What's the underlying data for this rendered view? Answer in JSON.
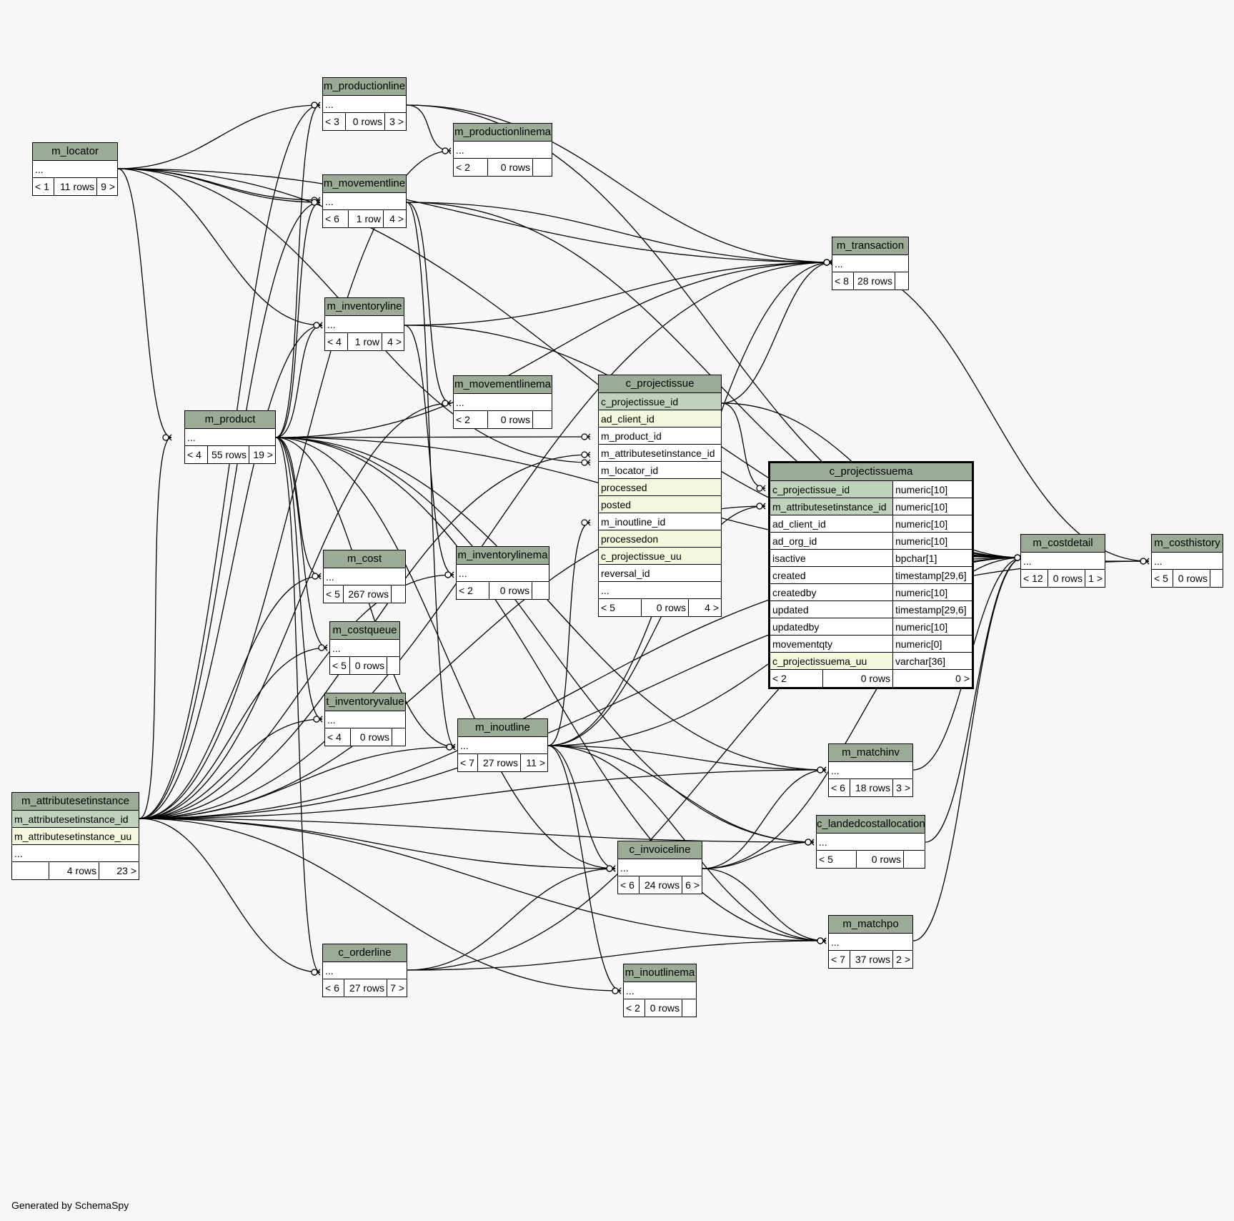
{
  "footer": "Generated by SchemaSpy",
  "focus_table": "c_projectissuema",
  "tables": {
    "m_productionline": {
      "name": "m_productionline",
      "row": "...",
      "parents": "< 3",
      "rows": "0 rows",
      "children": "3 >"
    },
    "m_productionlinema": {
      "name": "m_productionlinema",
      "row": "...",
      "parents": "< 2",
      "rows": "0 rows",
      "children": ""
    },
    "m_locator": {
      "name": "m_locator",
      "row": "...",
      "parents": "< 1",
      "rows": "11 rows",
      "children": "9 >"
    },
    "m_movementline": {
      "name": "m_movementline",
      "row": "...",
      "parents": "< 6",
      "rows": "1 row",
      "children": "4 >"
    },
    "m_transaction": {
      "name": "m_transaction",
      "row": "...",
      "parents": "< 8",
      "rows": "28 rows",
      "children": ""
    },
    "m_inventoryline": {
      "name": "m_inventoryline",
      "row": "...",
      "parents": "< 4",
      "rows": "1 row",
      "children": "4 >"
    },
    "m_movementlinema": {
      "name": "m_movementlinema",
      "row": "...",
      "parents": "< 2",
      "rows": "0 rows",
      "children": ""
    },
    "m_product": {
      "name": "m_product",
      "row": "...",
      "parents": "< 4",
      "rows": "55 rows",
      "children": "19 >"
    },
    "m_cost": {
      "name": "m_cost",
      "row": "...",
      "parents": "< 5",
      "rows": "267 rows",
      "children": ""
    },
    "m_inventorylinema": {
      "name": "m_inventorylinema",
      "row": "...",
      "parents": "< 2",
      "rows": "0 rows",
      "children": ""
    },
    "m_costqueue": {
      "name": "m_costqueue",
      "row": "...",
      "parents": "< 5",
      "rows": "0 rows",
      "children": ""
    },
    "t_inventoryvalue": {
      "name": "t_inventoryvalue",
      "row": "...",
      "parents": "< 4",
      "rows": "0 rows",
      "children": ""
    },
    "m_inoutline": {
      "name": "m_inoutline",
      "row": "...",
      "parents": "< 7",
      "rows": "27 rows",
      "children": "11 >"
    },
    "m_costdetail": {
      "name": "m_costdetail",
      "row": "...",
      "parents": "< 12",
      "rows": "0 rows",
      "children": "1 >"
    },
    "m_costhistory": {
      "name": "m_costhistory",
      "row": "...",
      "parents": "< 5",
      "rows": "0 rows",
      "children": ""
    },
    "m_matchinv": {
      "name": "m_matchinv",
      "row": "...",
      "parents": "< 6",
      "rows": "18 rows",
      "children": "3 >"
    },
    "c_landedcostallocation": {
      "name": "c_landedcostallocation",
      "row": "...",
      "parents": "< 5",
      "rows": "0 rows",
      "children": ""
    },
    "c_invoiceline": {
      "name": "c_invoiceline",
      "row": "...",
      "parents": "< 6",
      "rows": "24 rows",
      "children": "6 >"
    },
    "m_matchpo": {
      "name": "m_matchpo",
      "row": "...",
      "parents": "< 7",
      "rows": "37 rows",
      "children": "2 >"
    },
    "c_orderline": {
      "name": "c_orderline",
      "row": "...",
      "parents": "< 6",
      "rows": "27 rows",
      "children": "7 >"
    },
    "m_inoutlinema": {
      "name": "m_inoutlinema",
      "row": "...",
      "parents": "< 2",
      "rows": "0 rows",
      "children": ""
    }
  },
  "m_attributesetinstance": {
    "name": "m_attributesetinstance",
    "columns": [
      "m_attributesetinstance_id",
      "m_attributesetinstance_uu",
      "..."
    ],
    "parents": "",
    "rows": "4 rows",
    "children": "23 >"
  },
  "c_projectissue": {
    "name": "c_projectissue",
    "columns": [
      "c_projectissue_id",
      "ad_client_id",
      "m_product_id",
      "m_attributesetinstance_id",
      "m_locator_id",
      "processed",
      "posted",
      "m_inoutline_id",
      "processedon",
      "c_projectissue_uu",
      "reversal_id",
      "..."
    ],
    "parents": "< 5",
    "rows": "0 rows",
    "children": "4 >"
  },
  "c_projectissuema": {
    "name": "c_projectissuema",
    "columns": [
      {
        "name": "c_projectissue_id",
        "type": "numeric[10]"
      },
      {
        "name": "m_attributesetinstance_id",
        "type": "numeric[10]"
      },
      {
        "name": "ad_client_id",
        "type": "numeric[10]"
      },
      {
        "name": "ad_org_id",
        "type": "numeric[10]"
      },
      {
        "name": "isactive",
        "type": "bpchar[1]"
      },
      {
        "name": "created",
        "type": "timestamp[29,6]"
      },
      {
        "name": "createdby",
        "type": "numeric[10]"
      },
      {
        "name": "updated",
        "type": "timestamp[29,6]"
      },
      {
        "name": "updatedby",
        "type": "numeric[10]"
      },
      {
        "name": "movementqty",
        "type": "numeric[0]"
      },
      {
        "name": "c_projectissuema_uu",
        "type": "varchar[36]"
      }
    ],
    "parents": "< 2",
    "rows": "0 rows",
    "children": "0 >"
  },
  "colors": {
    "header": "#9bab96",
    "primary_key": "#bfd2bb",
    "indexed": "#f5f7dc",
    "background": "#f7f7f7"
  }
}
